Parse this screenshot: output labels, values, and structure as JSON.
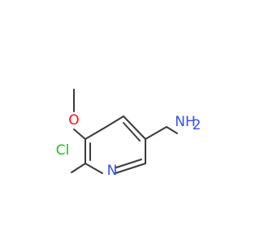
{
  "molecule": {
    "atoms": {
      "o": "O",
      "cl": "Cl",
      "n_ring": "N",
      "nh2": "NH",
      "nh2_sub": "2"
    },
    "colors": {
      "bond": "#3a3a3a",
      "oxygen": "#ff0d0d",
      "chlorine": "#1fbf1f",
      "nitrogen": "#3050f8"
    }
  }
}
